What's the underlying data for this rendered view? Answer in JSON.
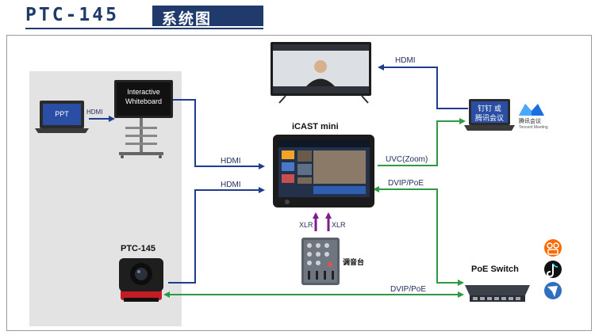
{
  "header": {
    "model": "PTC-145",
    "subtitle": "系统图"
  },
  "devices": {
    "laptop_ppt": {
      "screen_text": "PPT"
    },
    "whiteboard": {
      "screen_line1": "Interactive",
      "screen_line2": "Whiteboard"
    },
    "camera": {
      "label": "PTC-145"
    },
    "icast": {
      "label": "iCAST mini"
    },
    "mixer": {
      "label": "调音台"
    },
    "poe_switch": {
      "label": "PoE Switch"
    },
    "laptop_meet": {
      "screen_line1": "钉钉 或",
      "screen_line2": "腾讯会议"
    },
    "tencent_logo": {
      "name": "腾讯会议",
      "tagline": "Tencent Meeting"
    }
  },
  "links": {
    "ppt_whiteboard": "HDMI",
    "whiteboard_icast": "HDMI",
    "camera_icast": "HDMI",
    "icast_laptop": "UVC(Zoom)",
    "laptop_tv": "HDMI",
    "icast_switch": "DVIP/PoE",
    "camera_switch": "DVIP/PoE",
    "xlr_left": "XLR",
    "xlr_right": "XLR"
  },
  "colors": {
    "title": "#1f3a6b",
    "hdmi_blue": "#1f3d8f",
    "poe_green": "#2e9a43",
    "xlr_purple": "#7b1e8c"
  },
  "social_icons": [
    "kuaishou-icon",
    "tiktok-icon",
    "bird-icon"
  ]
}
